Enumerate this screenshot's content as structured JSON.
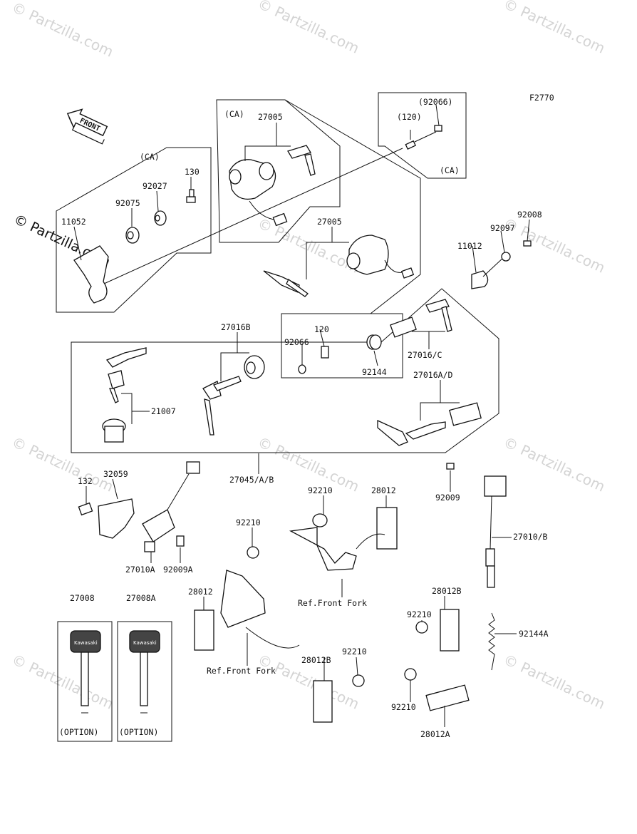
{
  "figure_id": "F2770",
  "watermark": "© Partzilla.com",
  "front_arrow_label": "FRONT",
  "group_tags": {
    "left": "(CA)",
    "center": "(CA)",
    "right_top": "(92066)",
    "right_bottom": "(CA)"
  },
  "part_labels": {
    "p_120_top": "(120)",
    "p_27005_ca": "27005",
    "p_130": "130",
    "p_92027": "92027",
    "p_92075": "92075",
    "p_11052": "11052",
    "p_27005": "27005",
    "p_92008": "92008",
    "p_92097": "92097",
    "p_11012": "11012",
    "p_27016b": "27016B",
    "p_120": "120",
    "p_92066": "92066",
    "p_92144": "92144",
    "p_27016c": "27016/C",
    "p_27016ad": "27016A/D",
    "p_21007": "21007",
    "p_27045ab": "27045/A/B",
    "p_132": "132",
    "p_32059": "32059",
    "p_27010a": "27010A",
    "p_92009a": "92009A",
    "p_92009": "92009",
    "p_92210_a": "92210",
    "p_28012_a": "28012",
    "p_92210_b": "92210",
    "p_28012_b": "28012",
    "p_27010b": "27010/B",
    "p_27008": "27008",
    "p_27008a": "27008A",
    "p_28012b_a": "28012B",
    "p_92210_c": "92210",
    "p_92144a": "92144A",
    "p_28012b_b": "28012B",
    "p_92210_d": "92210",
    "p_92210_e": "92210",
    "p_28012a": "28012A"
  },
  "ref_labels": {
    "front_fork_upper": "Ref.Front Fork",
    "front_fork_lower": "Ref.Front Fork"
  },
  "key_brand": "Kawasaki",
  "option_labels": {
    "left": "(OPTION)",
    "right": "(OPTION)"
  }
}
